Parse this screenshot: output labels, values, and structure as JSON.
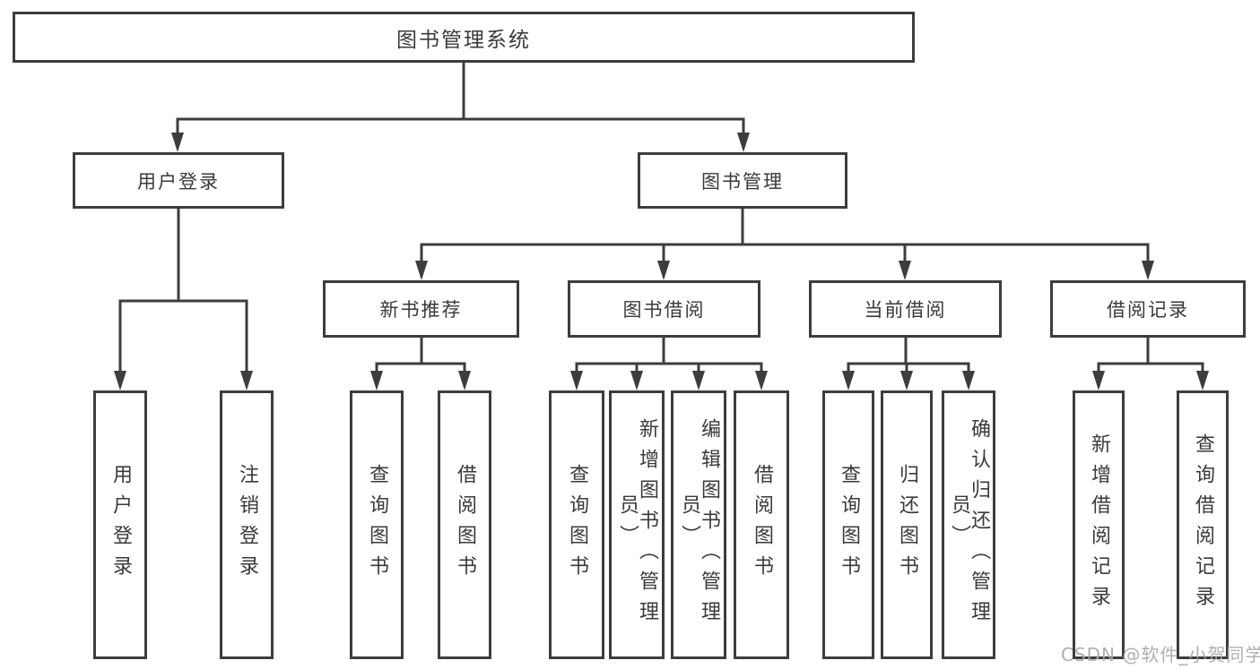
{
  "diagram": {
    "root": {
      "label": "图书管理系统"
    },
    "branches": [
      {
        "label": "用户登录",
        "children": [
          {
            "label": "用户登录"
          },
          {
            "label": "注销登录"
          }
        ]
      },
      {
        "label": "图书管理",
        "children": [
          {
            "label": "新书推荐",
            "children": [
              {
                "label": "查询图书"
              },
              {
                "label": "借阅图书"
              }
            ]
          },
          {
            "label": "图书借阅",
            "children": [
              {
                "label": "查询图书"
              },
              {
                "label": "新增图书（管理员）"
              },
              {
                "label": "编辑图书（管理员）"
              },
              {
                "label": "借阅图书"
              }
            ]
          },
          {
            "label": "当前借阅",
            "children": [
              {
                "label": "查询图书"
              },
              {
                "label": "归还图书"
              },
              {
                "label": "确认归还（管理员）"
              }
            ]
          },
          {
            "label": "借阅记录",
            "children": [
              {
                "label": "新增借阅记录"
              },
              {
                "label": "查询借阅记录"
              }
            ]
          }
        ]
      }
    ]
  },
  "watermark": {
    "text": "CSDN @软件_小贺同学"
  },
  "colors": {
    "line": "#3d3d3d",
    "text": "#3a3a3a",
    "watermark": "#a8a8a8",
    "background": "#ffffff"
  }
}
